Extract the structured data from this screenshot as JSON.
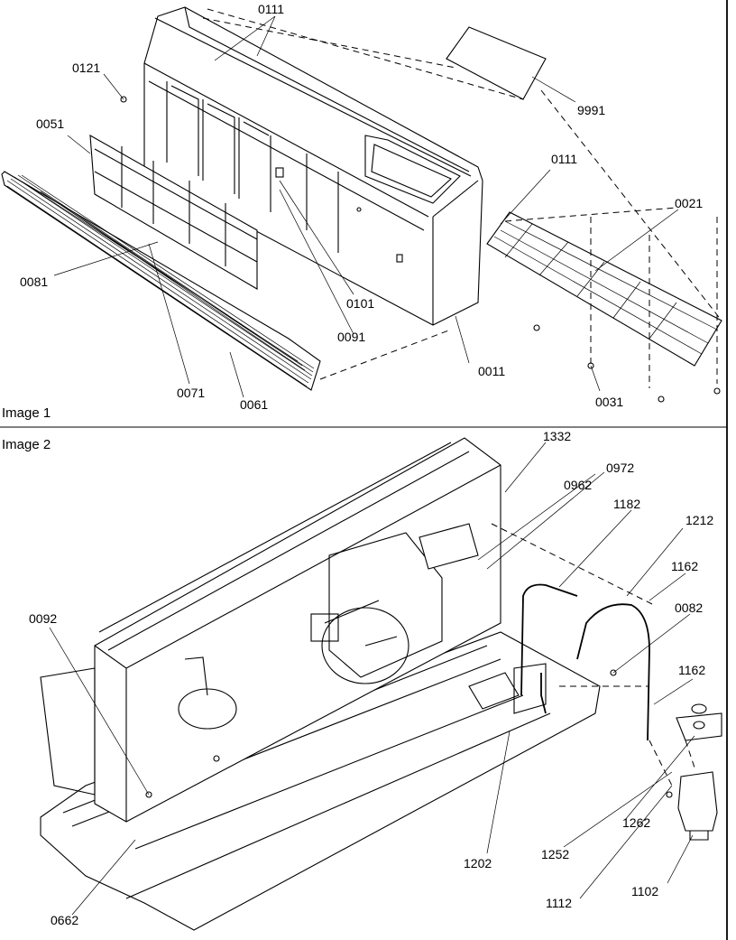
{
  "panels": [
    {
      "caption": "Image 1"
    },
    {
      "caption": "Image 2"
    }
  ],
  "image1_labels": [
    "0111",
    "0121",
    "9991",
    "0051",
    "0111",
    "0021",
    "0081",
    "0101",
    "0091",
    "0011",
    "0071",
    "0061",
    "0031"
  ],
  "image2_labels": [
    "1332",
    "0972",
    "0962",
    "1182",
    "1212",
    "1162",
    "0092",
    "0082",
    "1162",
    "1202",
    "1252",
    "1262",
    "1112",
    "1102",
    "0662"
  ],
  "colors": {
    "line": "#000000",
    "background": "#ffffff"
  }
}
